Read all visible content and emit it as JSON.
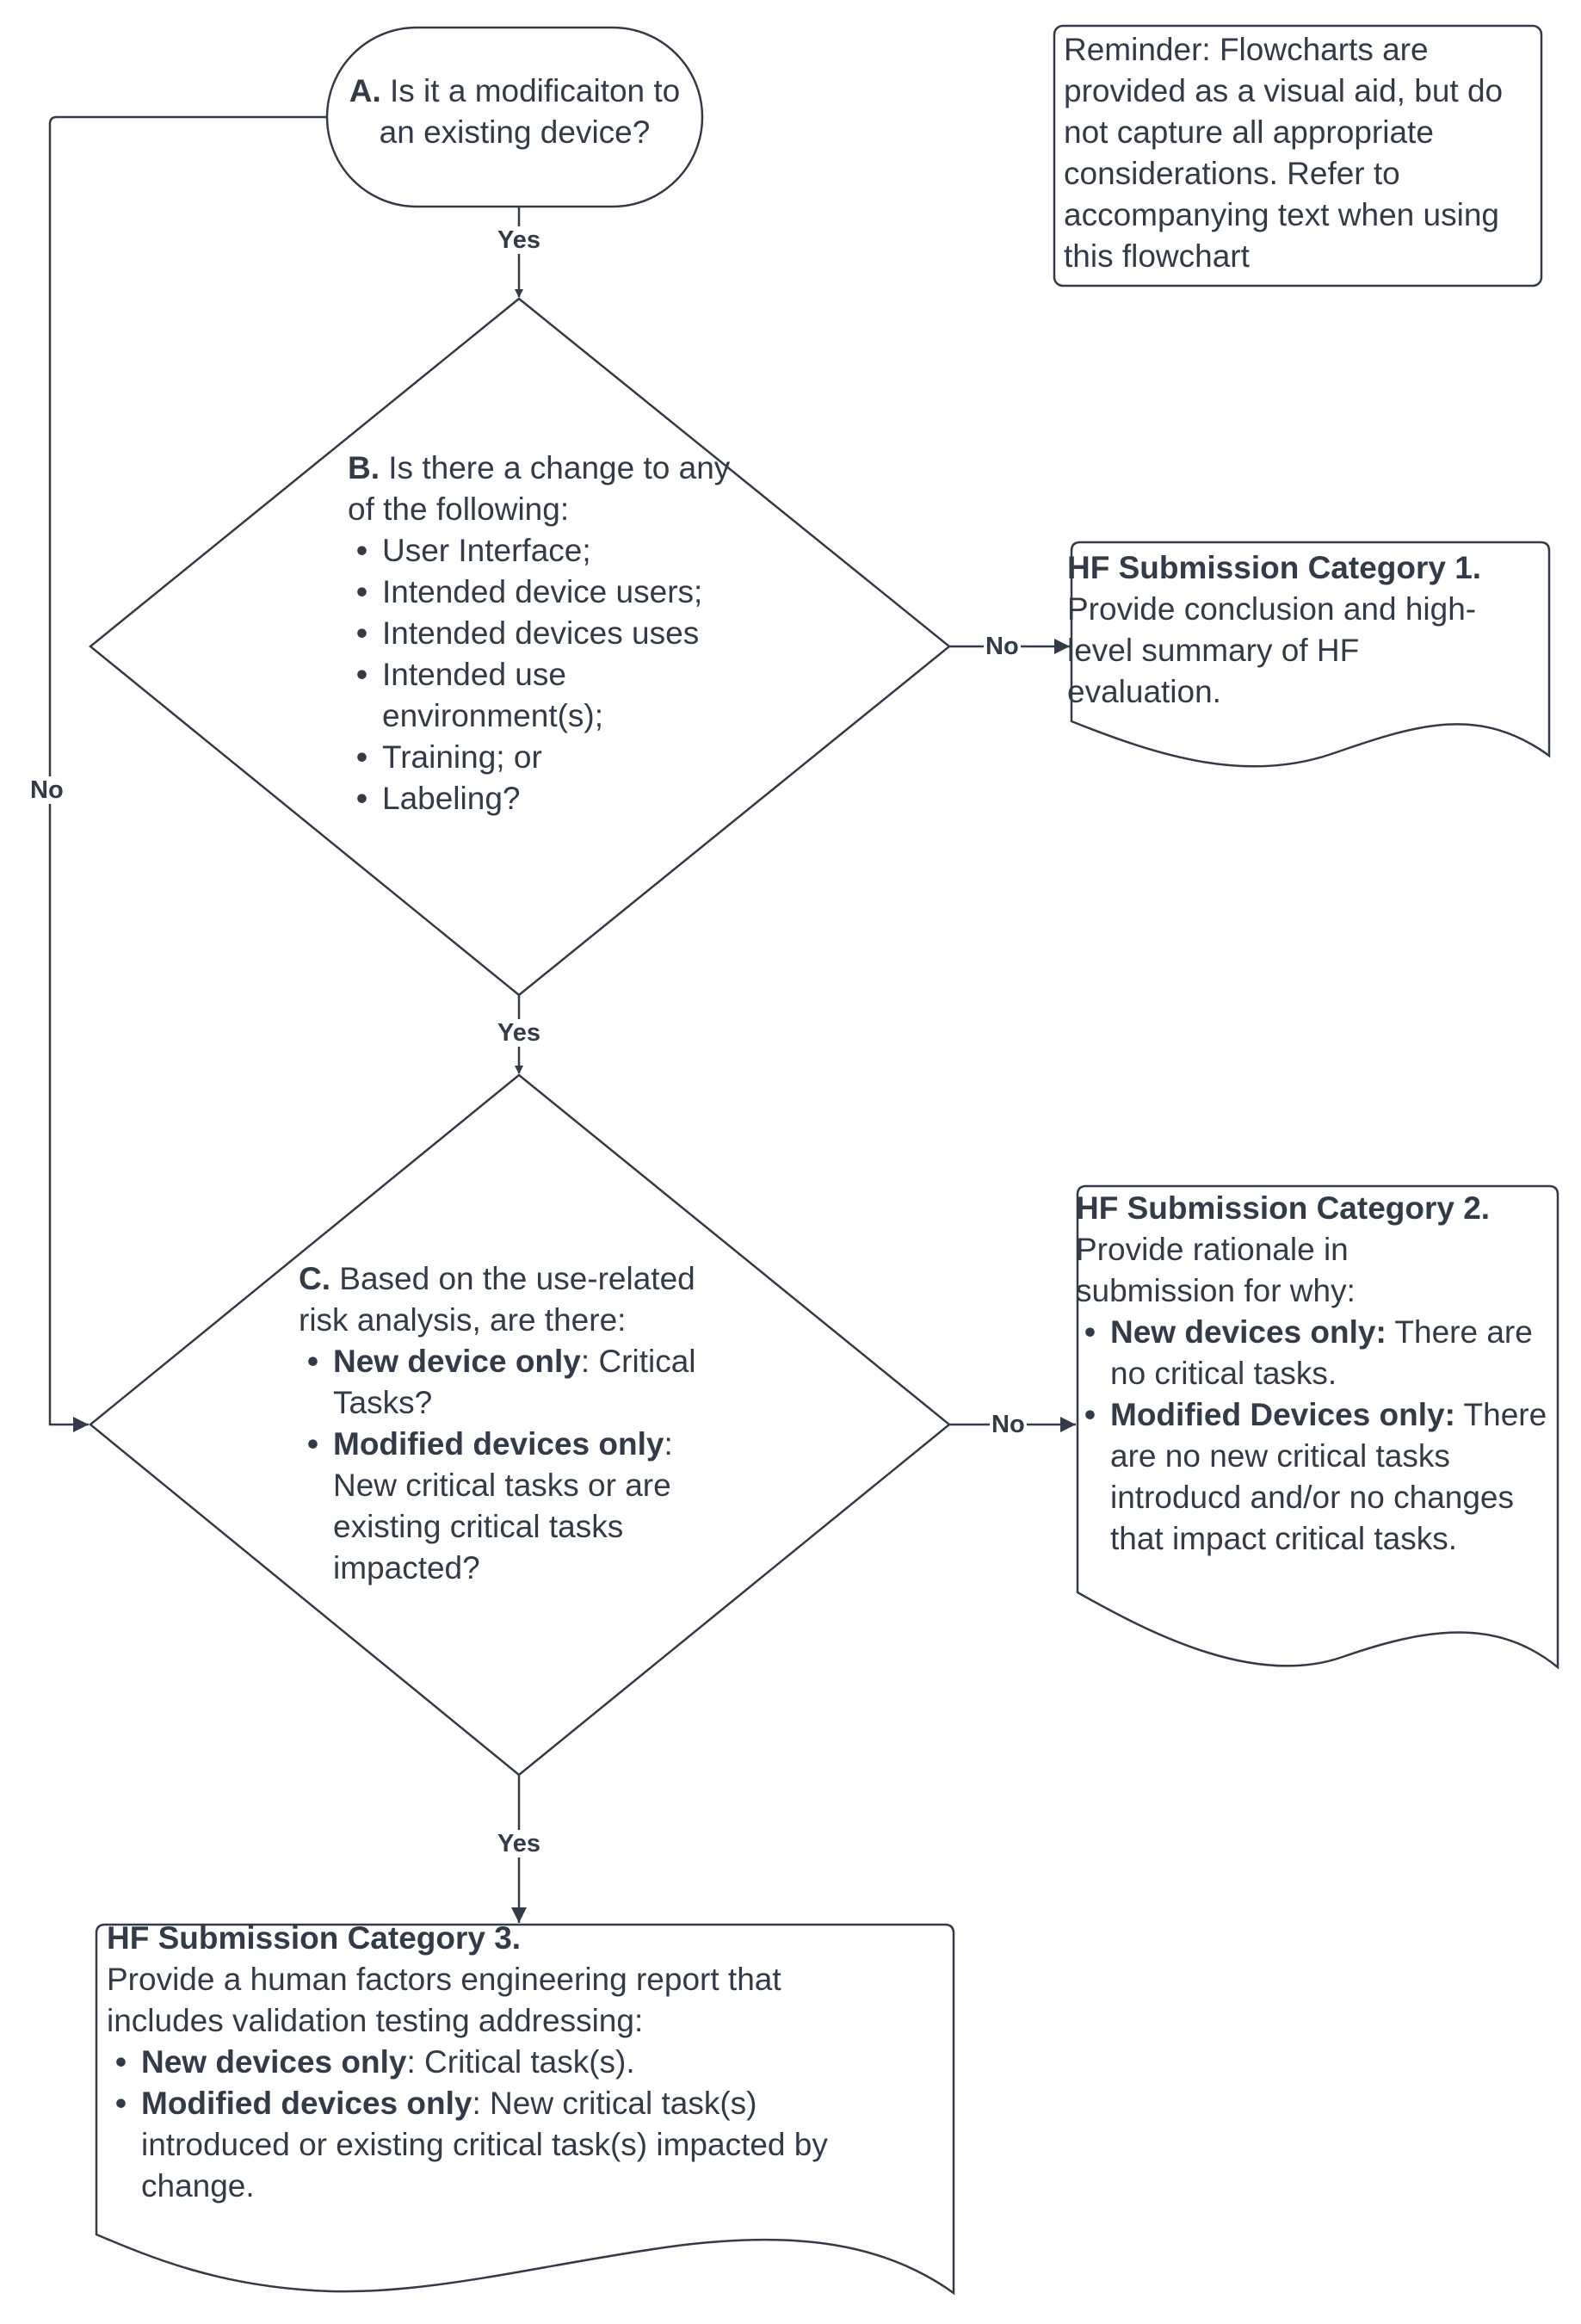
{
  "nodes": {
    "a": {
      "prefix": "A.",
      "text": "Is it a modificaiton to an existing device?"
    },
    "b": {
      "prefix": "B.",
      "text": "Is there a change to any of the following:",
      "items": [
        "User Interface;",
        "Intended device users;",
        "Intended devices uses",
        "Intended use environment(s);",
        "Training; or",
        "Labeling?"
      ]
    },
    "c": {
      "prefix": "C.",
      "text": "Based on the use-related risk analysis, are there:",
      "items": [
        {
          "bold": "New device only",
          "rest": ": Critical Tasks?"
        },
        {
          "bold": "Modified devices only",
          "rest": ": New critical tasks or are existing critical tasks impacted?"
        }
      ]
    },
    "cat1": {
      "title": "HF Submission Category 1.",
      "text": "Provide conclusion and high-level summary of HF evaluation."
    },
    "cat2": {
      "title": "HF Submission Category 2.",
      "text": "Provide rationale in submission for why:",
      "items": [
        {
          "bold": "New devices only:",
          "rest": " There are no critical tasks."
        },
        {
          "bold": "Modified Devices only:",
          "rest": " There are no new critical tasks introducd and/or no changes that impact critical tasks."
        }
      ]
    },
    "cat3": {
      "title": "HF Submission Category 3.",
      "text": "Provide a human factors engineering report that includes validation testing addressing:",
      "items": [
        {
          "bold": "New devices only",
          "rest": ": Critical task(s)."
        },
        {
          "bold": "Modified devices only",
          "rest": ": New critical task(s) introduced or existing critical task(s) impacted by change."
        }
      ]
    },
    "reminder": {
      "text": "Reminder: Flowcharts are provided as a visual aid, but do not capture all appropriate considerations. Refer to accompanying text when using this flowchart"
    }
  },
  "edges": {
    "a_b": "Yes",
    "b_c": "Yes",
    "c_cat3": "Yes",
    "b_cat1": "No",
    "c_cat2": "No",
    "a_c": "No"
  },
  "colors": {
    "stroke": "#333a48",
    "text": "#333a48",
    "background": "#ffffff"
  }
}
